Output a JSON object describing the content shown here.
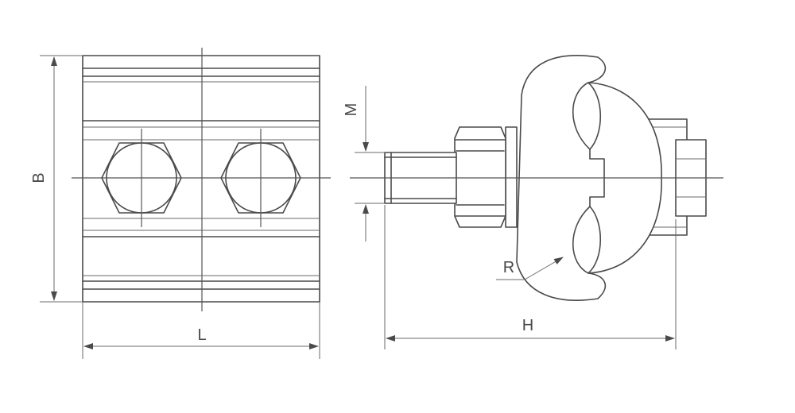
{
  "labels": {
    "B": "B",
    "L": "L",
    "M": "M",
    "H": "H",
    "R": "R"
  },
  "colors": {
    "line": "#4a4a4a",
    "background": "#ffffff"
  }
}
